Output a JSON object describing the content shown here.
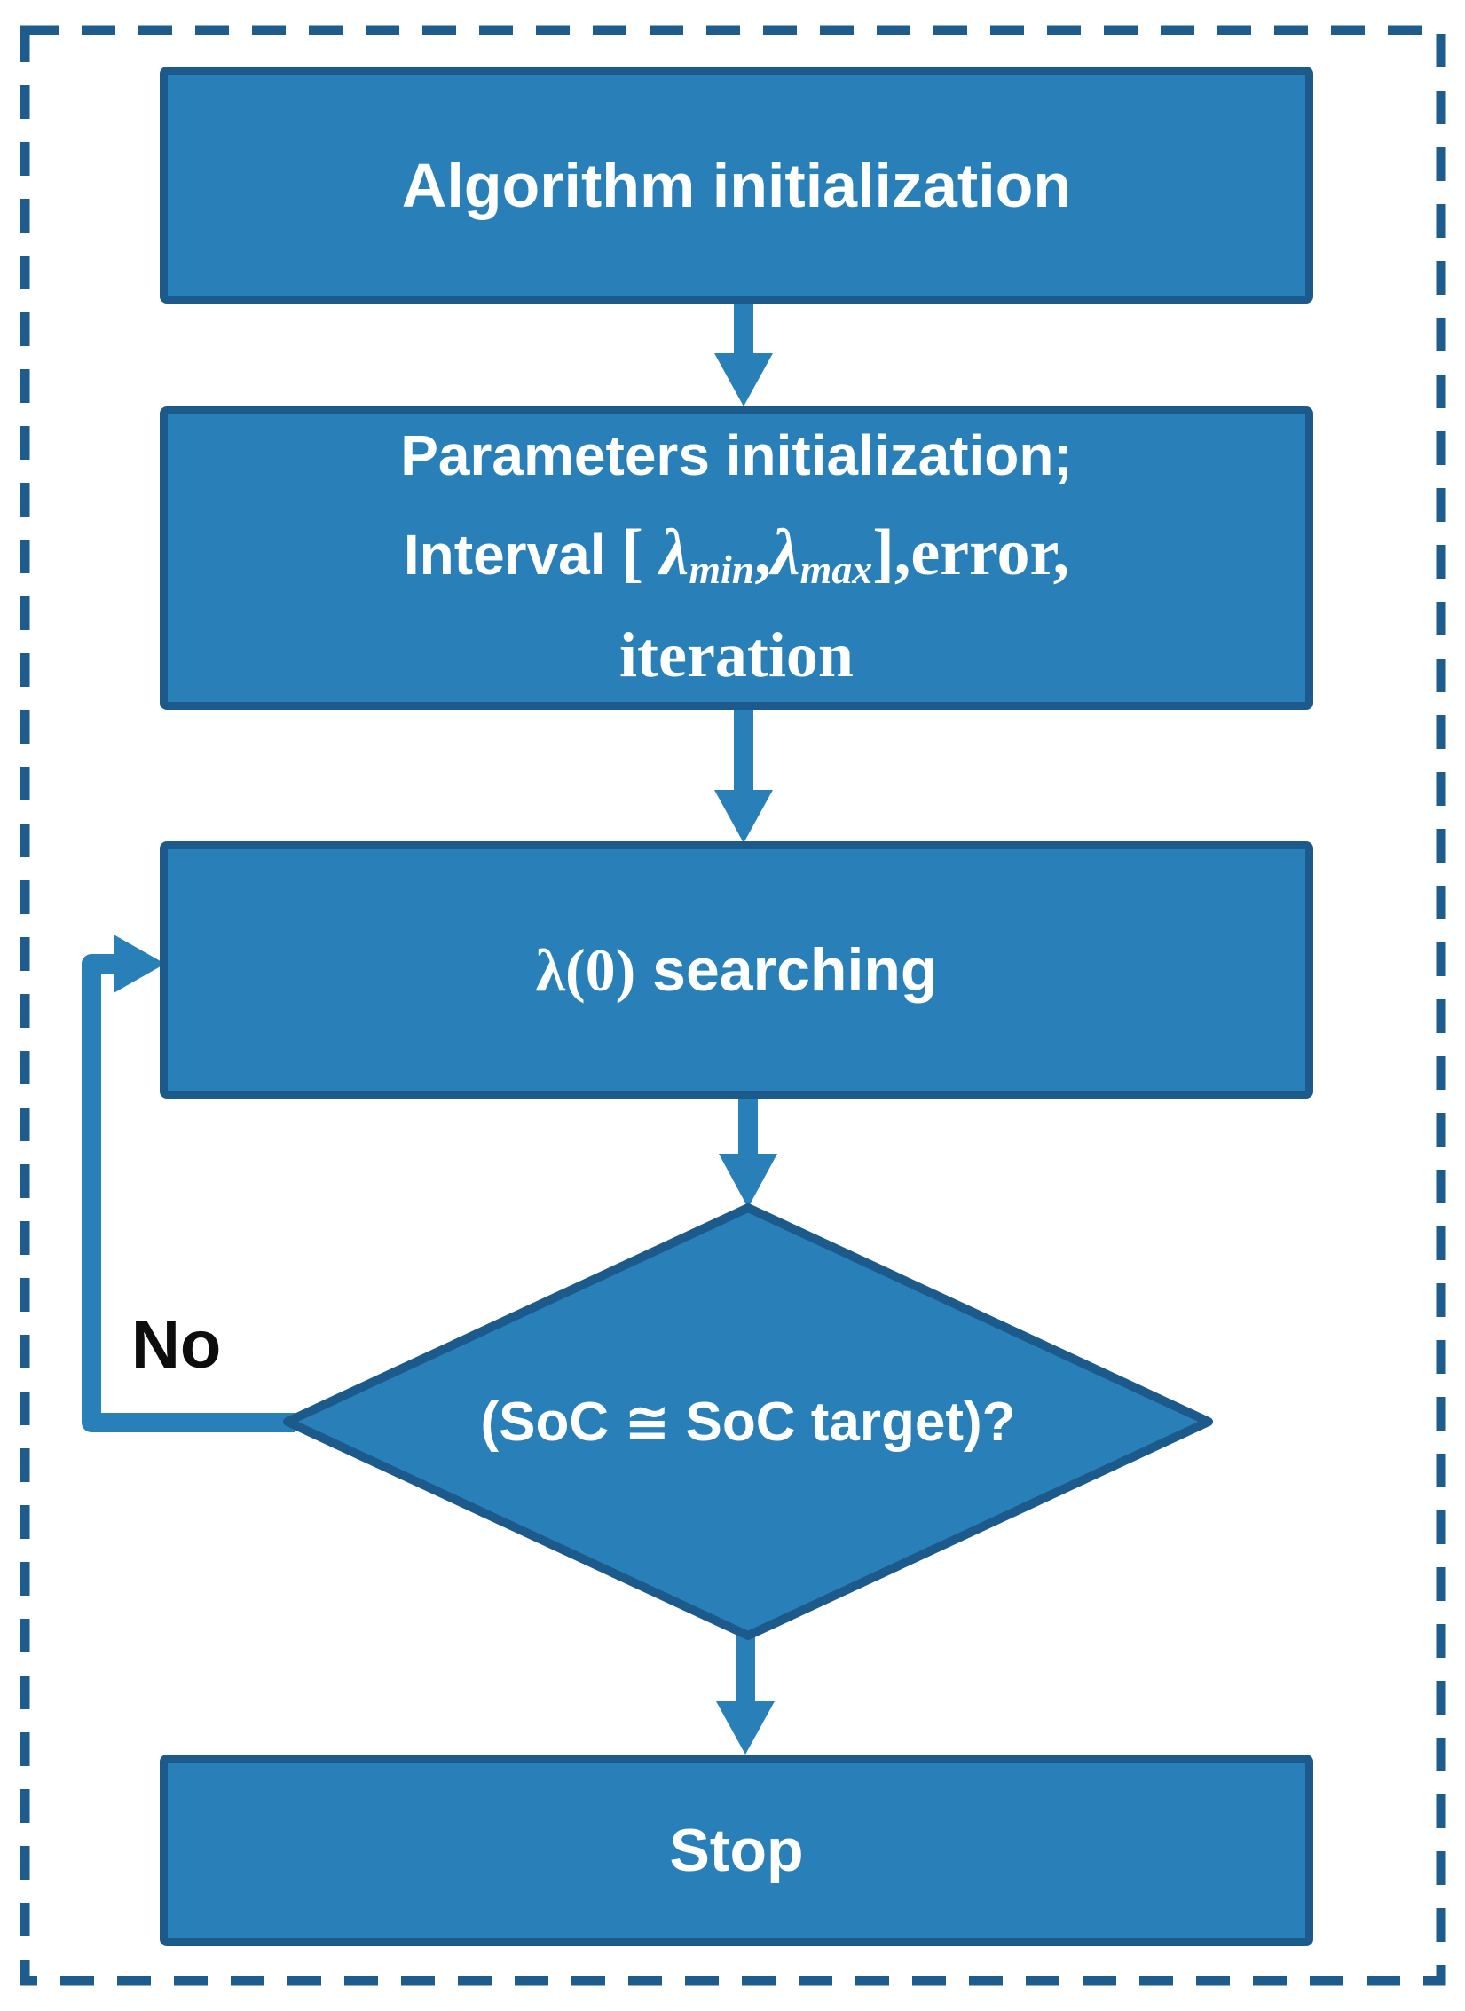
{
  "colors": {
    "box_fill": "#2980b9",
    "box_border": "#1b5a8a",
    "frame": "#1f5c8e",
    "arrow": "#2980b9",
    "text_white": "#ffffff",
    "no_label": "#0d0d0d"
  },
  "nodes": {
    "box1": {
      "label": "Algorithm initialization"
    },
    "box2": {
      "line1": "Parameters initialization;",
      "line2": {
        "interval": "Interval ",
        "open": "[ ",
        "lambda1": "λ",
        "sub_min": "min",
        "comma": ",",
        "lambda2": "λ",
        "sub_max": "max",
        "close": "],error,"
      },
      "line3": "iteration"
    },
    "box3": {
      "math": "λ(0)",
      "label": " searching"
    },
    "decision": {
      "pre": "(SoC ",
      "approx": "≅",
      "post": " SoC target)?"
    },
    "stop": {
      "label": "Stop"
    },
    "edge_no": {
      "label": "No"
    }
  }
}
